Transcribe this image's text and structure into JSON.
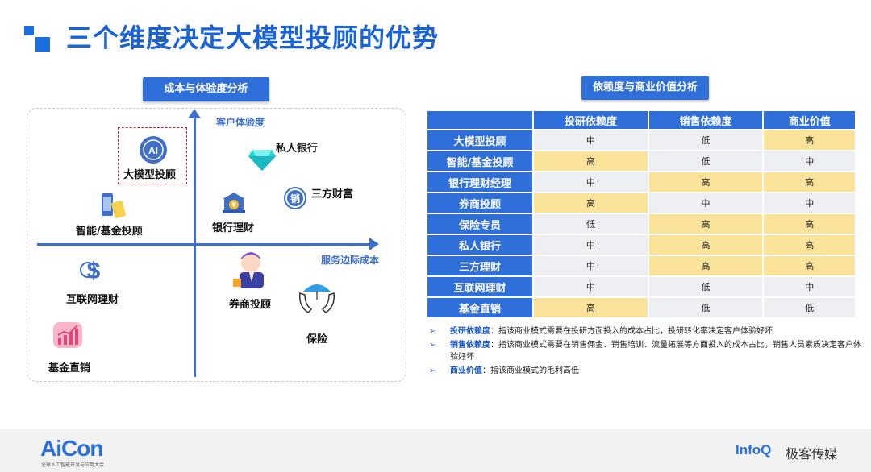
{
  "title": "三个维度决定大模型投顾的优势",
  "left_section": {
    "label": "成本与体验度分析",
    "y_axis": "客户体验度",
    "x_axis": "服务边际成本",
    "items": [
      {
        "label": "大模型投顾",
        "icon": "ai-icon"
      },
      {
        "label": "私人银行",
        "icon": "diamond-icon"
      },
      {
        "label": "三方财富",
        "icon": "sales-icon"
      },
      {
        "label": "银行理财",
        "icon": "bank-icon"
      },
      {
        "label": "智能/基金投顾",
        "icon": "phone-icon"
      },
      {
        "label": "互联网理财",
        "icon": "internet-finance-icon"
      },
      {
        "label": "券商投顾",
        "icon": "advisor-person-icon"
      },
      {
        "label": "保险",
        "icon": "insurance-icon"
      },
      {
        "label": "基金直销",
        "icon": "chart-up-icon"
      }
    ]
  },
  "right_section": {
    "label": "依赖度与商业价值分析",
    "columns": [
      "投研依赖度",
      "销售依赖度",
      "商业价值"
    ],
    "rows": [
      {
        "name": "大模型投顾",
        "values": [
          "中",
          "低",
          "高"
        ],
        "highlight": [
          false,
          false,
          true
        ]
      },
      {
        "name": "智能/基金投顾",
        "values": [
          "高",
          "低",
          "中"
        ],
        "highlight": [
          true,
          false,
          false
        ]
      },
      {
        "name": "银行理财经理",
        "values": [
          "中",
          "高",
          "高"
        ],
        "highlight": [
          false,
          true,
          true
        ]
      },
      {
        "name": "券商投顾",
        "values": [
          "高",
          "中",
          "中"
        ],
        "highlight": [
          true,
          false,
          false
        ]
      },
      {
        "name": "保险专员",
        "values": [
          "低",
          "高",
          "高"
        ],
        "highlight": [
          false,
          true,
          true
        ]
      },
      {
        "name": "私人银行",
        "values": [
          "中",
          "高",
          "高"
        ],
        "highlight": [
          false,
          true,
          true
        ]
      },
      {
        "name": "三方理财",
        "values": [
          "中",
          "高",
          "高"
        ],
        "highlight": [
          false,
          true,
          true
        ]
      },
      {
        "name": "互联网理财",
        "values": [
          "中",
          "低",
          "中"
        ],
        "highlight": [
          false,
          false,
          false
        ]
      },
      {
        "name": "基金直销",
        "values": [
          "高",
          "低",
          "低"
        ],
        "highlight": [
          true,
          false,
          false
        ]
      }
    ],
    "notes": [
      {
        "term": "投研依赖度",
        "text": "：指该商业模式需要在投研方面投入的成本占比，投研转化率决定客户体验好坏"
      },
      {
        "term": "销售依赖度",
        "text": "：指该商业模式需要在销售佣金、销售培训、流量拓展等方面投入的成本占比，销售人员素质决定客户体验好坏"
      },
      {
        "term": "商业价值",
        "text": "：指该商业模式的毛利高低"
      }
    ],
    "colors": {
      "header": "#2f6fd9",
      "highlight": "#fbe39a",
      "cell": "#eeeff3"
    }
  },
  "footer": {
    "left_logo": "AiCon",
    "left_sub": "全球人工智能开发与应用大会",
    "right_logo": "InfoQ",
    "right_cn": "极客传媒"
  }
}
